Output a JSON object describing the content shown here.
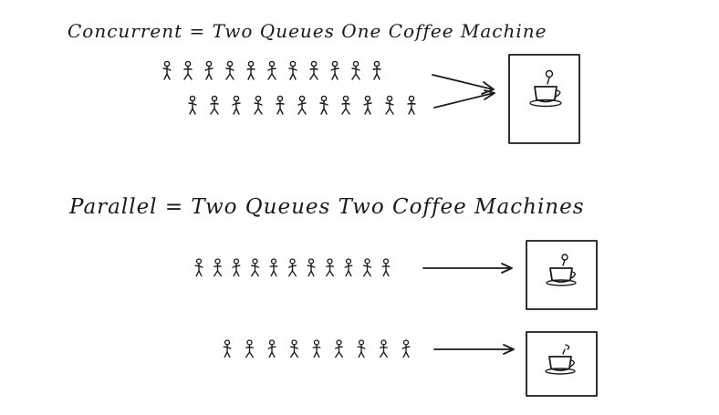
{
  "diagram": {
    "concurrent": {
      "heading": "Concurrent = Two Queues One Coffee Machine",
      "queues": [
        {
          "people": 11
        },
        {
          "people": 11
        }
      ],
      "machines": 1
    },
    "parallel": {
      "heading": "Parallel = Two Queues Two Coffee Machines",
      "queues": [
        {
          "people": 11
        },
        {
          "people": 9
        }
      ],
      "machines": 2
    }
  }
}
